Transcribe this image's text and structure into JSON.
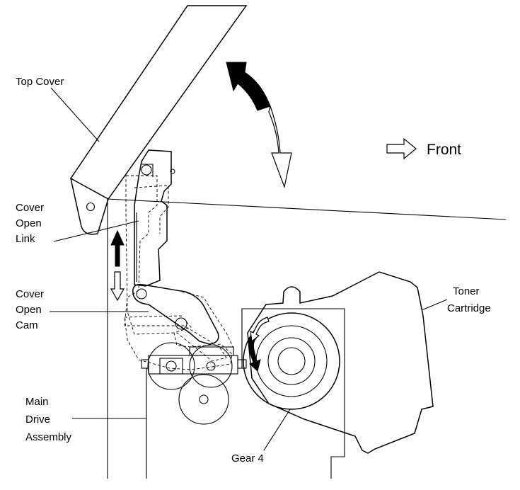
{
  "labels": {
    "top_cover": "Top Cover",
    "front": "Front",
    "cover_open_link": [
      "Cover",
      "Open",
      "Link"
    ],
    "cover_open_cam": [
      "Cover",
      "Open",
      "Cam"
    ],
    "toner_cartridge": [
      "Toner",
      "Cartridge"
    ],
    "main_drive_assembly": [
      "Main",
      "Drive",
      "Assembly"
    ],
    "gear_4": "Gear 4"
  },
  "colors": {
    "stroke": "#000000",
    "background": "#ffffff"
  }
}
